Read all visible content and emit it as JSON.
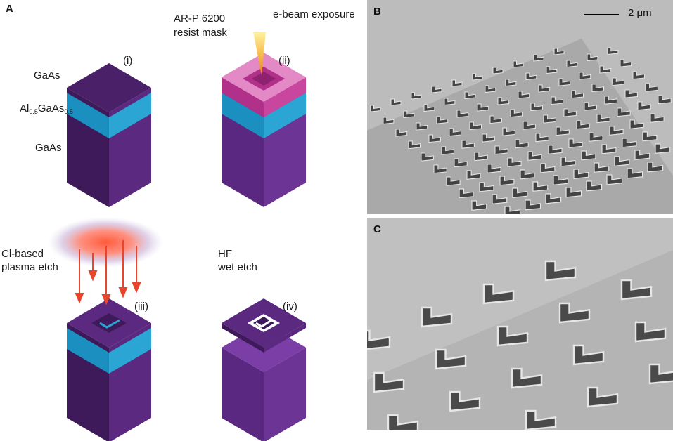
{
  "panels": {
    "a_letter": "A",
    "b_letter": "B",
    "c_letter": "C"
  },
  "steps": {
    "i": "(i)",
    "ii": "(ii)",
    "iii": "(iii)",
    "iv": "(iv)"
  },
  "layers": {
    "top": "GaAs",
    "middle_base": "Al",
    "middle_sub1": "0.5",
    "middle_rest": "GaAs",
    "middle_sub2": "0.5",
    "bottom": "GaAs"
  },
  "process": {
    "resist_line1": "AR-P 6200",
    "resist_line2": "resist mask",
    "ebeam": "e-beam exposure",
    "plasma_line1": "Cl-based",
    "plasma_line2": "plasma etch",
    "wet_line1": "HF",
    "wet_line2": "wet etch"
  },
  "scale": {
    "label": "2 μm"
  },
  "colors": {
    "gaas_left": "#3f1a5a",
    "gaas_right": "#5b2a80",
    "gaas_top": "#4a2168",
    "algaas_left": "#1b8fc0",
    "algaas_right": "#2aa5d4",
    "resist": "#e07cc0",
    "arrow": "#e8452c",
    "plasma": "#ff6a55",
    "sem_bg": "#b9b9b9",
    "sem_hole": "#3e3e3e"
  }
}
